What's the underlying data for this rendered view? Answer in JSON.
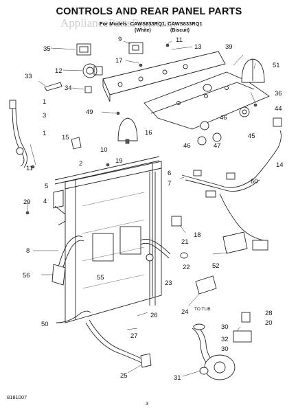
{
  "title": "CONTROLS AND REAR PANEL PARTS",
  "model_line": "For Models: CAWS833RQ1, CAWS833RQ1",
  "variants": [
    "(White)",
    "(Biscuit)"
  ],
  "watermark": "AppliancePartsPros.com",
  "footer": {
    "doc_number": "8181007",
    "page_number": "3"
  },
  "callouts": [
    "35",
    "9",
    "11",
    "13",
    "39",
    "51",
    "33",
    "12",
    "17",
    "34",
    "36",
    "1",
    "44",
    "3",
    "49",
    "16",
    "46",
    "45",
    "15",
    "10",
    "47",
    "46",
    "19",
    "1",
    "11",
    "6",
    "14",
    "2",
    "5",
    "7",
    "60",
    "4",
    "29",
    "18",
    "8",
    "21",
    "52",
    "22",
    "56",
    "55",
    "23",
    "24",
    "28",
    "26",
    "30",
    "20",
    "50",
    "27",
    "32",
    "30",
    "25",
    "31"
  ],
  "tube_label": "TO TUB",
  "colors": {
    "line": "#222222",
    "background": "#ffffff"
  }
}
